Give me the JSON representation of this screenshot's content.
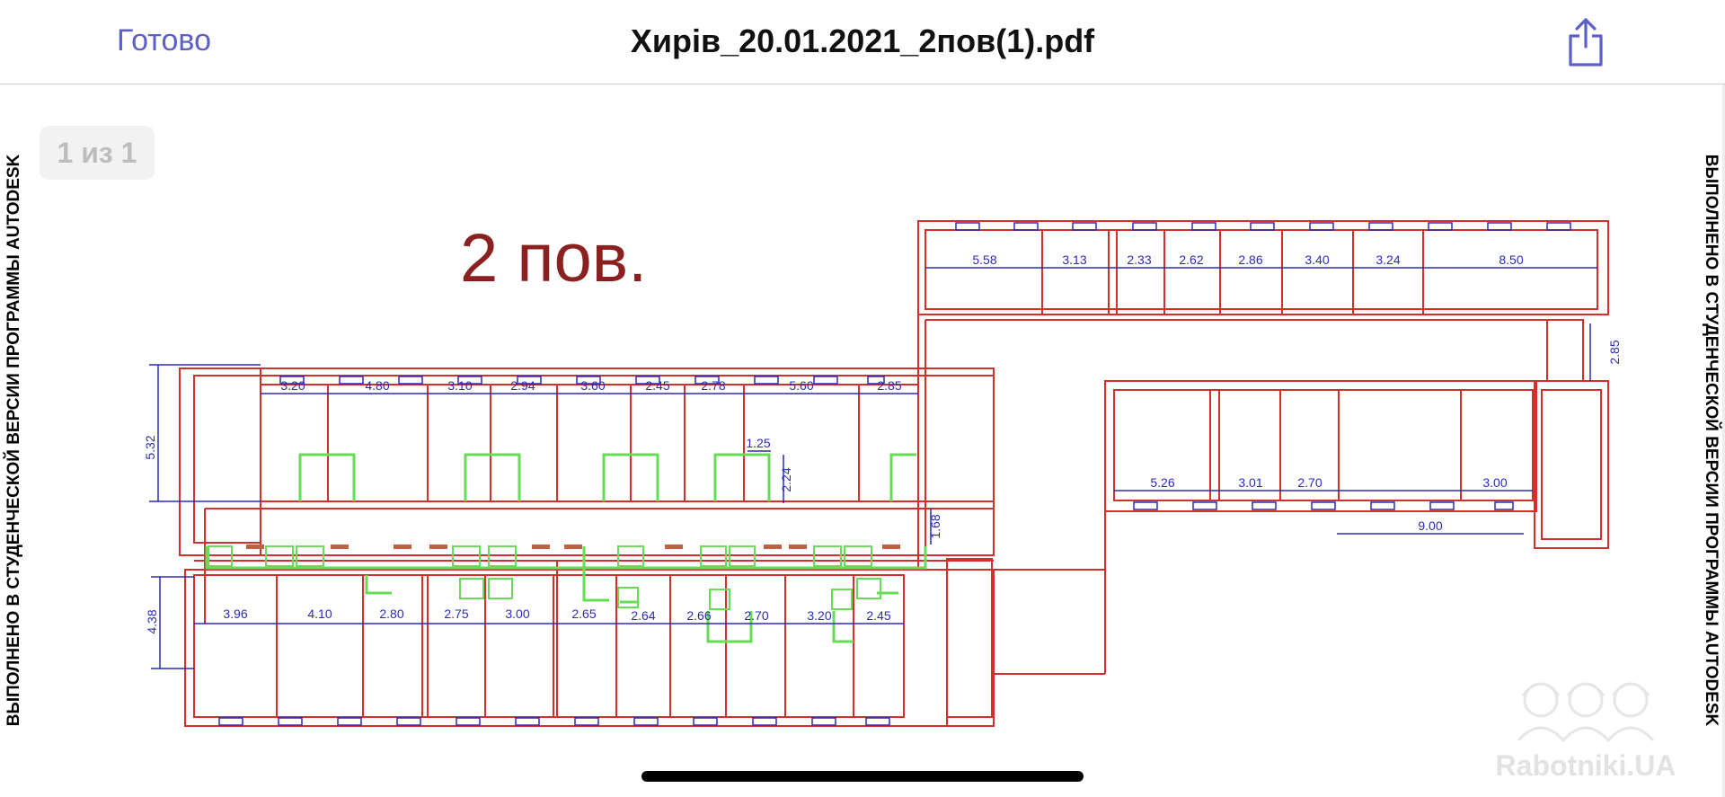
{
  "navbar": {
    "done_label": "Готово",
    "title": "Хирів_20.01.2021_2пов(1).pdf"
  },
  "icons": {
    "share": "share-icon"
  },
  "viewer": {
    "page_indicator": "1 из 1",
    "side_text": "ВЫПОЛНЕНО В СТУДЕНЧЕСКОЙ ВЕРСИИ ПРОГРАММЫ AUTODESK",
    "floor_label": "2 пов.",
    "watermark": "Rabotniki.UA"
  },
  "drawing": {
    "colors": {
      "walls": "#d32f2f",
      "dimensions": "#2b2bb8",
      "doors": "#66dd55",
      "hatch": "#2b2bb8"
    },
    "dimensions": {
      "upper_right_row": [
        "5.58",
        "3.13",
        "2.33",
        "2.62",
        "2.86",
        "3.40",
        "3.24",
        "8.50"
      ],
      "stair_height": "2.85",
      "mid_right_row": [
        "5.26",
        "3.01",
        "2.70",
        "3.00"
      ],
      "mid_right_total": "9.00",
      "left_upper_row": [
        "3.20",
        "4.80",
        "3.10",
        "2.94",
        "3.60",
        "2.45",
        "2.78",
        "5.60",
        "2.85"
      ],
      "left_upper_height": "5.32",
      "small_width": "1.25",
      "small_height": "2.24",
      "corridor_width": "1.68",
      "left_lower_row": [
        "3.96",
        "4.10",
        "2.80",
        "2.75",
        "3.00",
        "2.65",
        "2.64",
        "2.66",
        "2.70",
        "3.20",
        "2.45"
      ],
      "left_lower_height": "4.38"
    }
  }
}
